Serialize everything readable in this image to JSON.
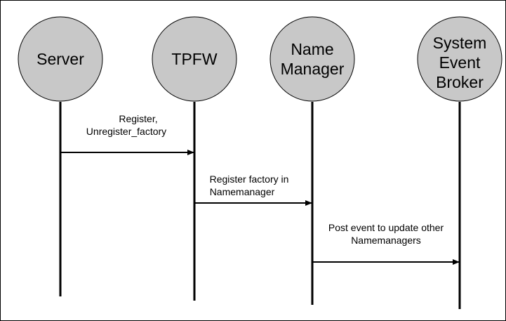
{
  "diagram": {
    "actors": [
      {
        "id": "server",
        "label_lines": [
          "Server"
        ]
      },
      {
        "id": "tpfw",
        "label_lines": [
          "TPFW"
        ]
      },
      {
        "id": "name-manager",
        "label_lines": [
          "Name",
          "Manager"
        ]
      },
      {
        "id": "system-event-broker",
        "label_lines": [
          "System",
          "Event",
          "Broker"
        ]
      }
    ],
    "messages": [
      {
        "from": "server",
        "to": "tpfw",
        "label_lines": [
          "Register,",
          "Unregister_factory"
        ]
      },
      {
        "from": "tpfw",
        "to": "name-manager",
        "label_lines": [
          "Register factory in",
          "Namemanager"
        ]
      },
      {
        "from": "name-manager",
        "to": "system-event-broker",
        "label_lines": [
          "Post event to update other",
          "Namemanagers"
        ]
      }
    ],
    "colors": {
      "actor_fill": "#c8c8c8",
      "stroke": "#000000",
      "background": "#ffffff"
    }
  }
}
